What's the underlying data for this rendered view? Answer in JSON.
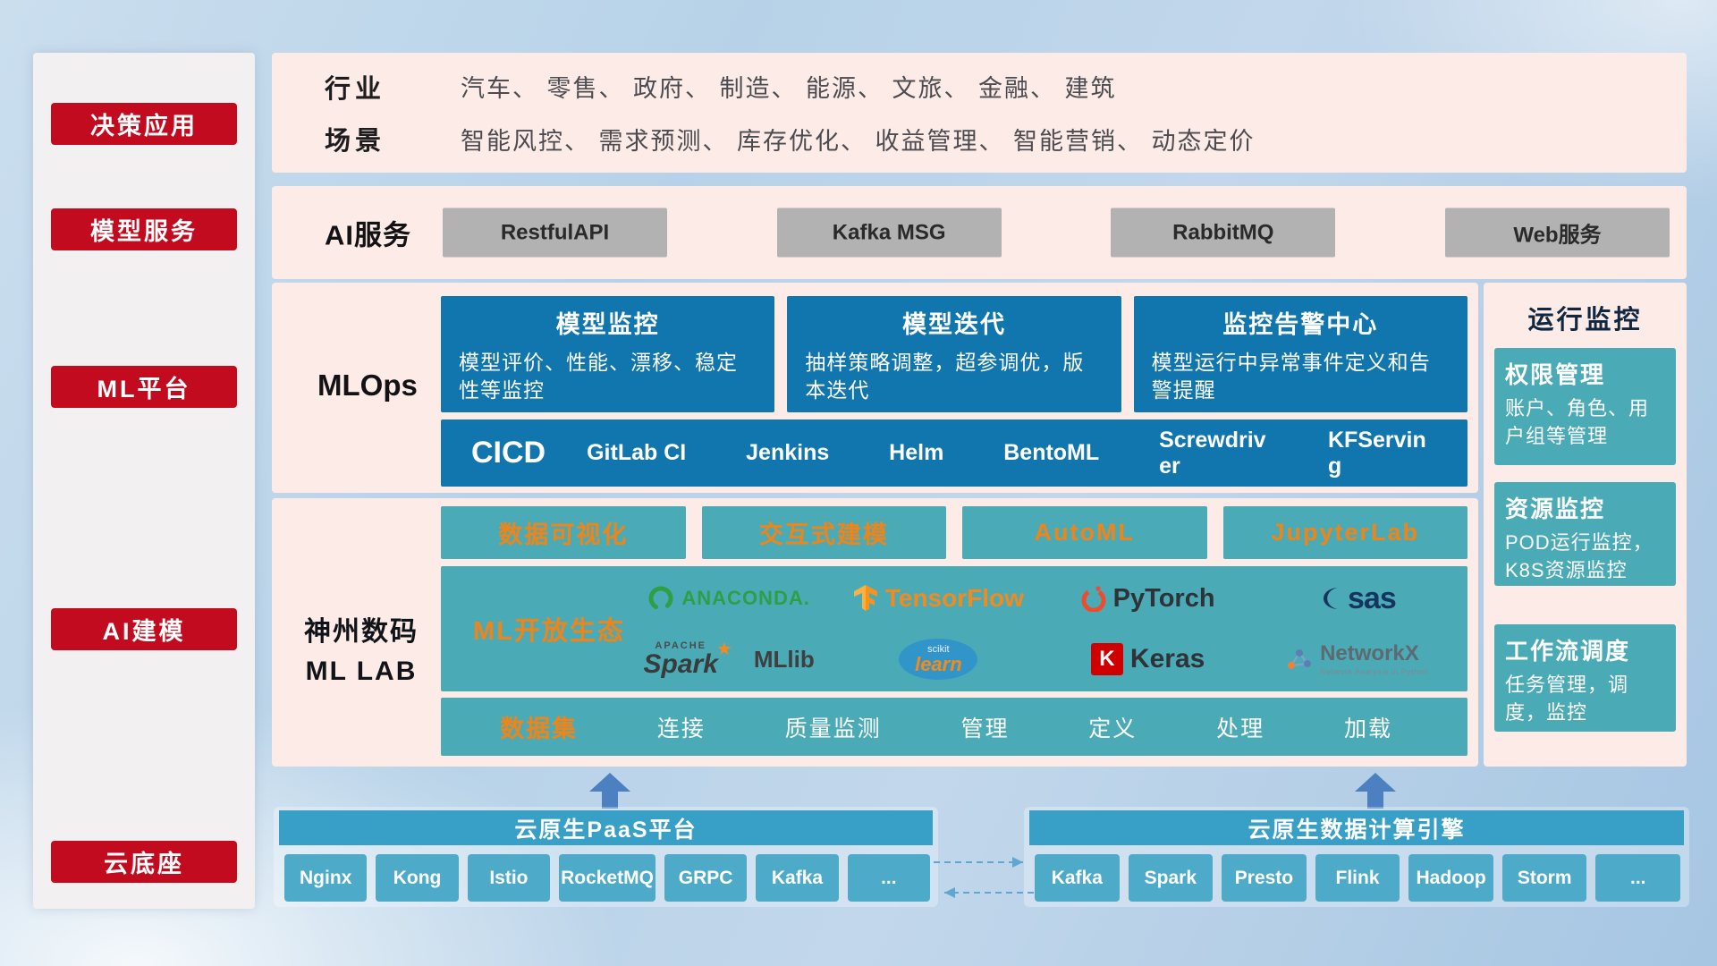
{
  "sidebar": {
    "items": [
      {
        "label": "决策应用"
      },
      {
        "label": "模型服务"
      },
      {
        "label": "ML平台"
      },
      {
        "label": "AI建模"
      },
      {
        "label": "云底座"
      }
    ]
  },
  "industry_band": {
    "rows": [
      {
        "label": "行业",
        "text": "汽车、 零售、 政府、 制造、 能源、 文旅、 金融、 建筑"
      },
      {
        "label": "场景",
        "text": "智能风控、 需求预测、 库存优化、 收益管理、 智能营销、 动态定价"
      }
    ]
  },
  "ai_service_band": {
    "label": "AI服务",
    "services": [
      "RestfulAPI",
      "Kafka MSG",
      "RabbitMQ",
      "Web服务"
    ]
  },
  "mlops_band": {
    "label": "MLOps",
    "cards": [
      {
        "title": "模型监控",
        "desc": "模型评价、性能、漂移、稳定性等监控"
      },
      {
        "title": "模型迭代",
        "desc": "抽样策略调整，超参调优，版本迭代"
      },
      {
        "title": "监控告警中心",
        "desc": "模型运行中异常事件定义和告警提醒"
      }
    ],
    "cicd_label": "CICD",
    "cicd_tools": [
      "GitLab CI",
      "Jenkins",
      "Helm",
      "BentoML",
      "Screwdriver",
      "KFServing"
    ]
  },
  "mllab_band": {
    "label_line1": "神州数码",
    "label_line2": "ML LAB",
    "features": [
      "数据可视化",
      "交互式建模",
      "AutoML",
      "JupyterLab"
    ],
    "ecosystem_label": "ML开放生态",
    "logos": {
      "anaconda": "ANACONDA.",
      "tensorflow": "TensorFlow",
      "pytorch": "PyTorch",
      "sas": "sas",
      "spark_small": "APACHE",
      "spark": "Spark",
      "spark_star": "★",
      "mllib": "MLlib",
      "scikit_small": "scikit",
      "scikit": "learn",
      "keras_badge": "K",
      "keras": "Keras",
      "networkx": "NetworkX",
      "networkx_sub": "Network Analysis in Python"
    },
    "dataset_label": "数据集",
    "dataset_items": [
      "连接",
      "质量监测",
      "管理",
      "定义",
      "处理",
      "加载"
    ]
  },
  "monitor_column": {
    "title": "运行监控",
    "cards": [
      {
        "title": "权限管理",
        "desc": "账户、角色、用户组等管理"
      },
      {
        "title": "资源监控",
        "desc": "POD运行监控，K8S资源监控"
      },
      {
        "title": "工作流调度",
        "desc": "任务管理，调度，监控"
      }
    ]
  },
  "cloud_base": {
    "paas_title": "云原生PaaS平台",
    "paas_items": [
      "Nginx",
      "Kong",
      "Istio",
      "RocketMQ",
      "GRPC",
      "Kafka",
      "..."
    ],
    "engine_title": "云原生数据计算引擎",
    "engine_items": [
      "Kafka",
      "Spark",
      "Presto",
      "Flink",
      "Hadoop",
      "Storm",
      "..."
    ]
  },
  "colors": {
    "accent_red": "#c30b1f",
    "deep_blue": "#1076ad",
    "teal": "#4aabb7",
    "bar_teal": "#389fc6",
    "chip_teal": "#4dabc9",
    "pink_band": "#fcebe7",
    "orange_text": "#ef8519"
  }
}
